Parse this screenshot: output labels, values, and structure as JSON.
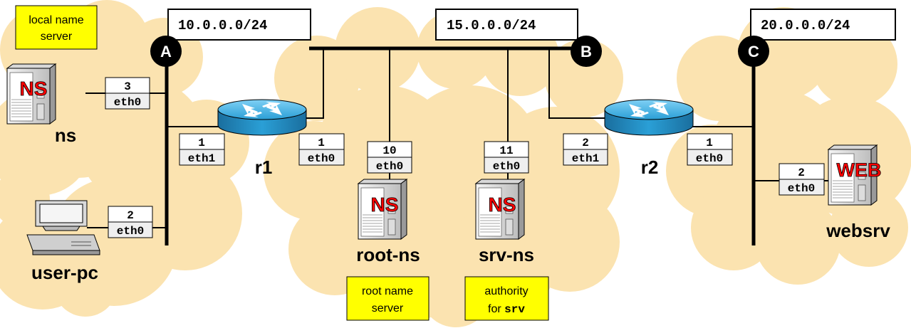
{
  "networks": {
    "a": {
      "letter": "A",
      "subnet": "10.0.0.0/24"
    },
    "b": {
      "letter": "B",
      "subnet": "15.0.0.0/24"
    },
    "c": {
      "letter": "C",
      "subnet": "20.0.0.0/24"
    }
  },
  "hosts": {
    "ns": {
      "name": "ns",
      "screen_text": "NS",
      "interfaces": [
        {
          "num": "3",
          "name": "eth0"
        }
      ]
    },
    "user_pc": {
      "name": "user-pc",
      "interfaces": [
        {
          "num": "2",
          "name": "eth0"
        }
      ]
    },
    "r1": {
      "name": "r1",
      "interfaces": [
        {
          "num": "1",
          "name": "eth1"
        },
        {
          "num": "1",
          "name": "eth0"
        }
      ]
    },
    "root_ns": {
      "name": "root-ns",
      "screen_text": "NS",
      "interfaces": [
        {
          "num": "10",
          "name": "eth0"
        }
      ]
    },
    "srv_ns": {
      "name": "srv-ns",
      "screen_text": "NS",
      "interfaces": [
        {
          "num": "11",
          "name": "eth0"
        }
      ]
    },
    "r2": {
      "name": "r2",
      "interfaces": [
        {
          "num": "2",
          "name": "eth1"
        },
        {
          "num": "1",
          "name": "eth0"
        }
      ]
    },
    "websrv": {
      "name": "websrv",
      "screen_text": "WEB",
      "interfaces": [
        {
          "num": "2",
          "name": "eth0"
        }
      ]
    }
  },
  "notes": {
    "local_ns": {
      "line1": "local name",
      "line2": "server"
    },
    "root": {
      "line1": "root name",
      "line2": "server"
    },
    "authority": {
      "line1": "authority",
      "line2_prefix": "for ",
      "line2_code": "srv"
    }
  },
  "colors": {
    "cloud": "#fbe3b0",
    "note": "#ffff00",
    "iface_box": "#efefef",
    "ns_text": "#ff0000",
    "router": "#2a9fd6",
    "line": "#000000"
  }
}
